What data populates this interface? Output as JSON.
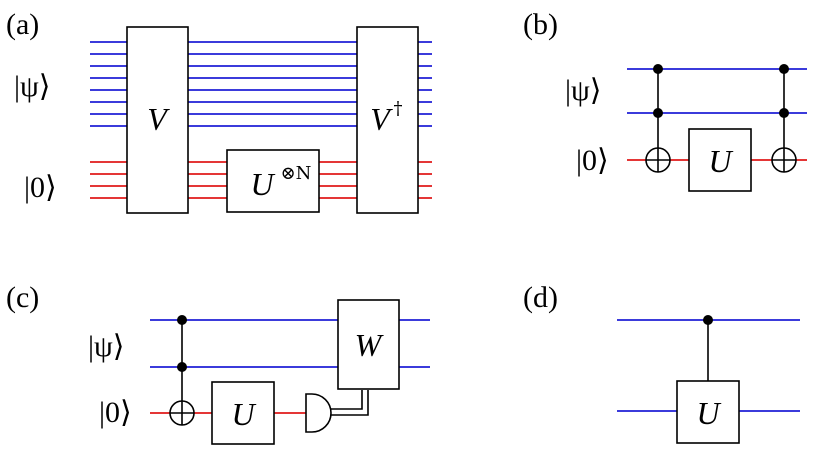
{
  "panels": {
    "a": {
      "label": "(a)",
      "psi": "|ψ⟩",
      "zero": "|0⟩",
      "gate_v": "V",
      "gate_vdag": "V",
      "gate_vdag_sup": "†",
      "gate_u": "U",
      "gate_u_sup": "⊗N"
    },
    "b": {
      "label": "(b)",
      "psi": "|ψ⟩",
      "zero": "|0⟩",
      "gate_u": "U"
    },
    "c": {
      "label": "(c)",
      "psi": "|ψ⟩",
      "zero": "|0⟩",
      "gate_u": "U",
      "gate_w": "W"
    },
    "d": {
      "label": "(d)",
      "gate_u": "U"
    }
  },
  "colors": {
    "system_wire": "#1f1fd6",
    "ancilla_wire": "#e01a1a"
  }
}
